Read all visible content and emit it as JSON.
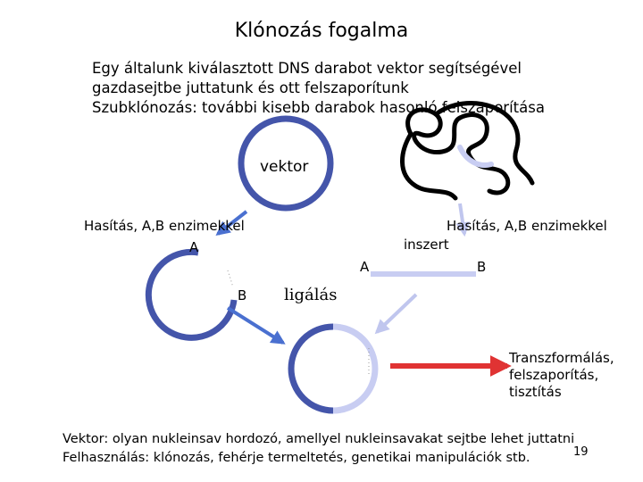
{
  "title": "Klónozás fogalma",
  "intro": [
    "Egy általunk kiválasztott DNS darabot vektor segítségével",
    "gazdasejtbe juttatunk és ott felszaporítunk",
    "Szubklónozás: további kisebb darabok hasonló felszaporítása"
  ],
  "labels": {
    "vektor": "vektor",
    "cut_left": "Hasítás, A,B enzimekkel",
    "cut_right": "Hasítás, A,B enzimekkel",
    "inszert": "inszert",
    "a_left": "A",
    "b_left": "B",
    "a_right": "A",
    "b_right": "B",
    "ligalas": "ligálás",
    "transform": [
      "Transzformálás,",
      "felszaporítás,",
      "tisztítás"
    ]
  },
  "footer": [
    "Vektor: olyan nukleinsav hordozó, amellyel nukleinsavakat sejtbe lehet juttatni",
    "Felhasználás: klónozás, fehérje termeltetés, genetikai manipulációk stb."
  ],
  "page_number": "19",
  "colors": {
    "vector_dark": "#4455aa",
    "vector_mid": "#6677cc",
    "insert_light": "#c8cdf2",
    "arrow_blue": "#4a70d0",
    "arrow_light": "#c0c6ee",
    "arrow_red": "#e03333"
  }
}
